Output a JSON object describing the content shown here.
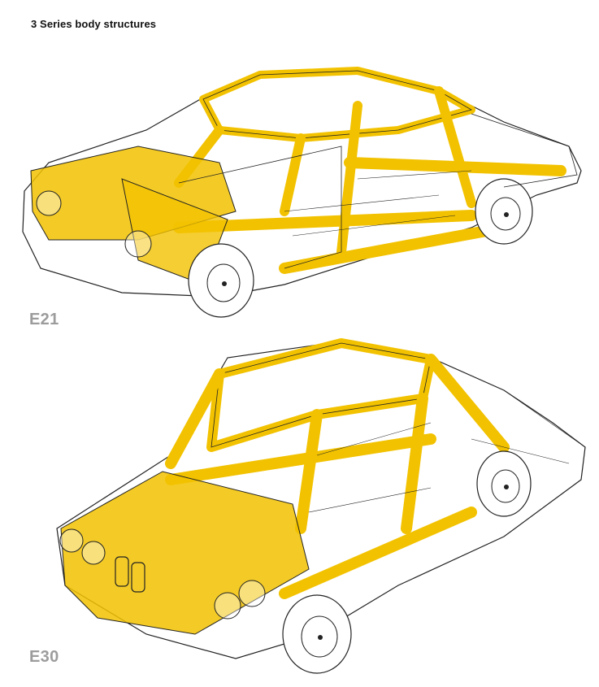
{
  "page": {
    "title": "3 Series body structures"
  },
  "figures": [
    {
      "model_label": "E21",
      "structure_color": "#f2c200",
      "line_color": "#222222"
    },
    {
      "model_label": "E30",
      "structure_color": "#f2c200",
      "line_color": "#222222"
    }
  ]
}
